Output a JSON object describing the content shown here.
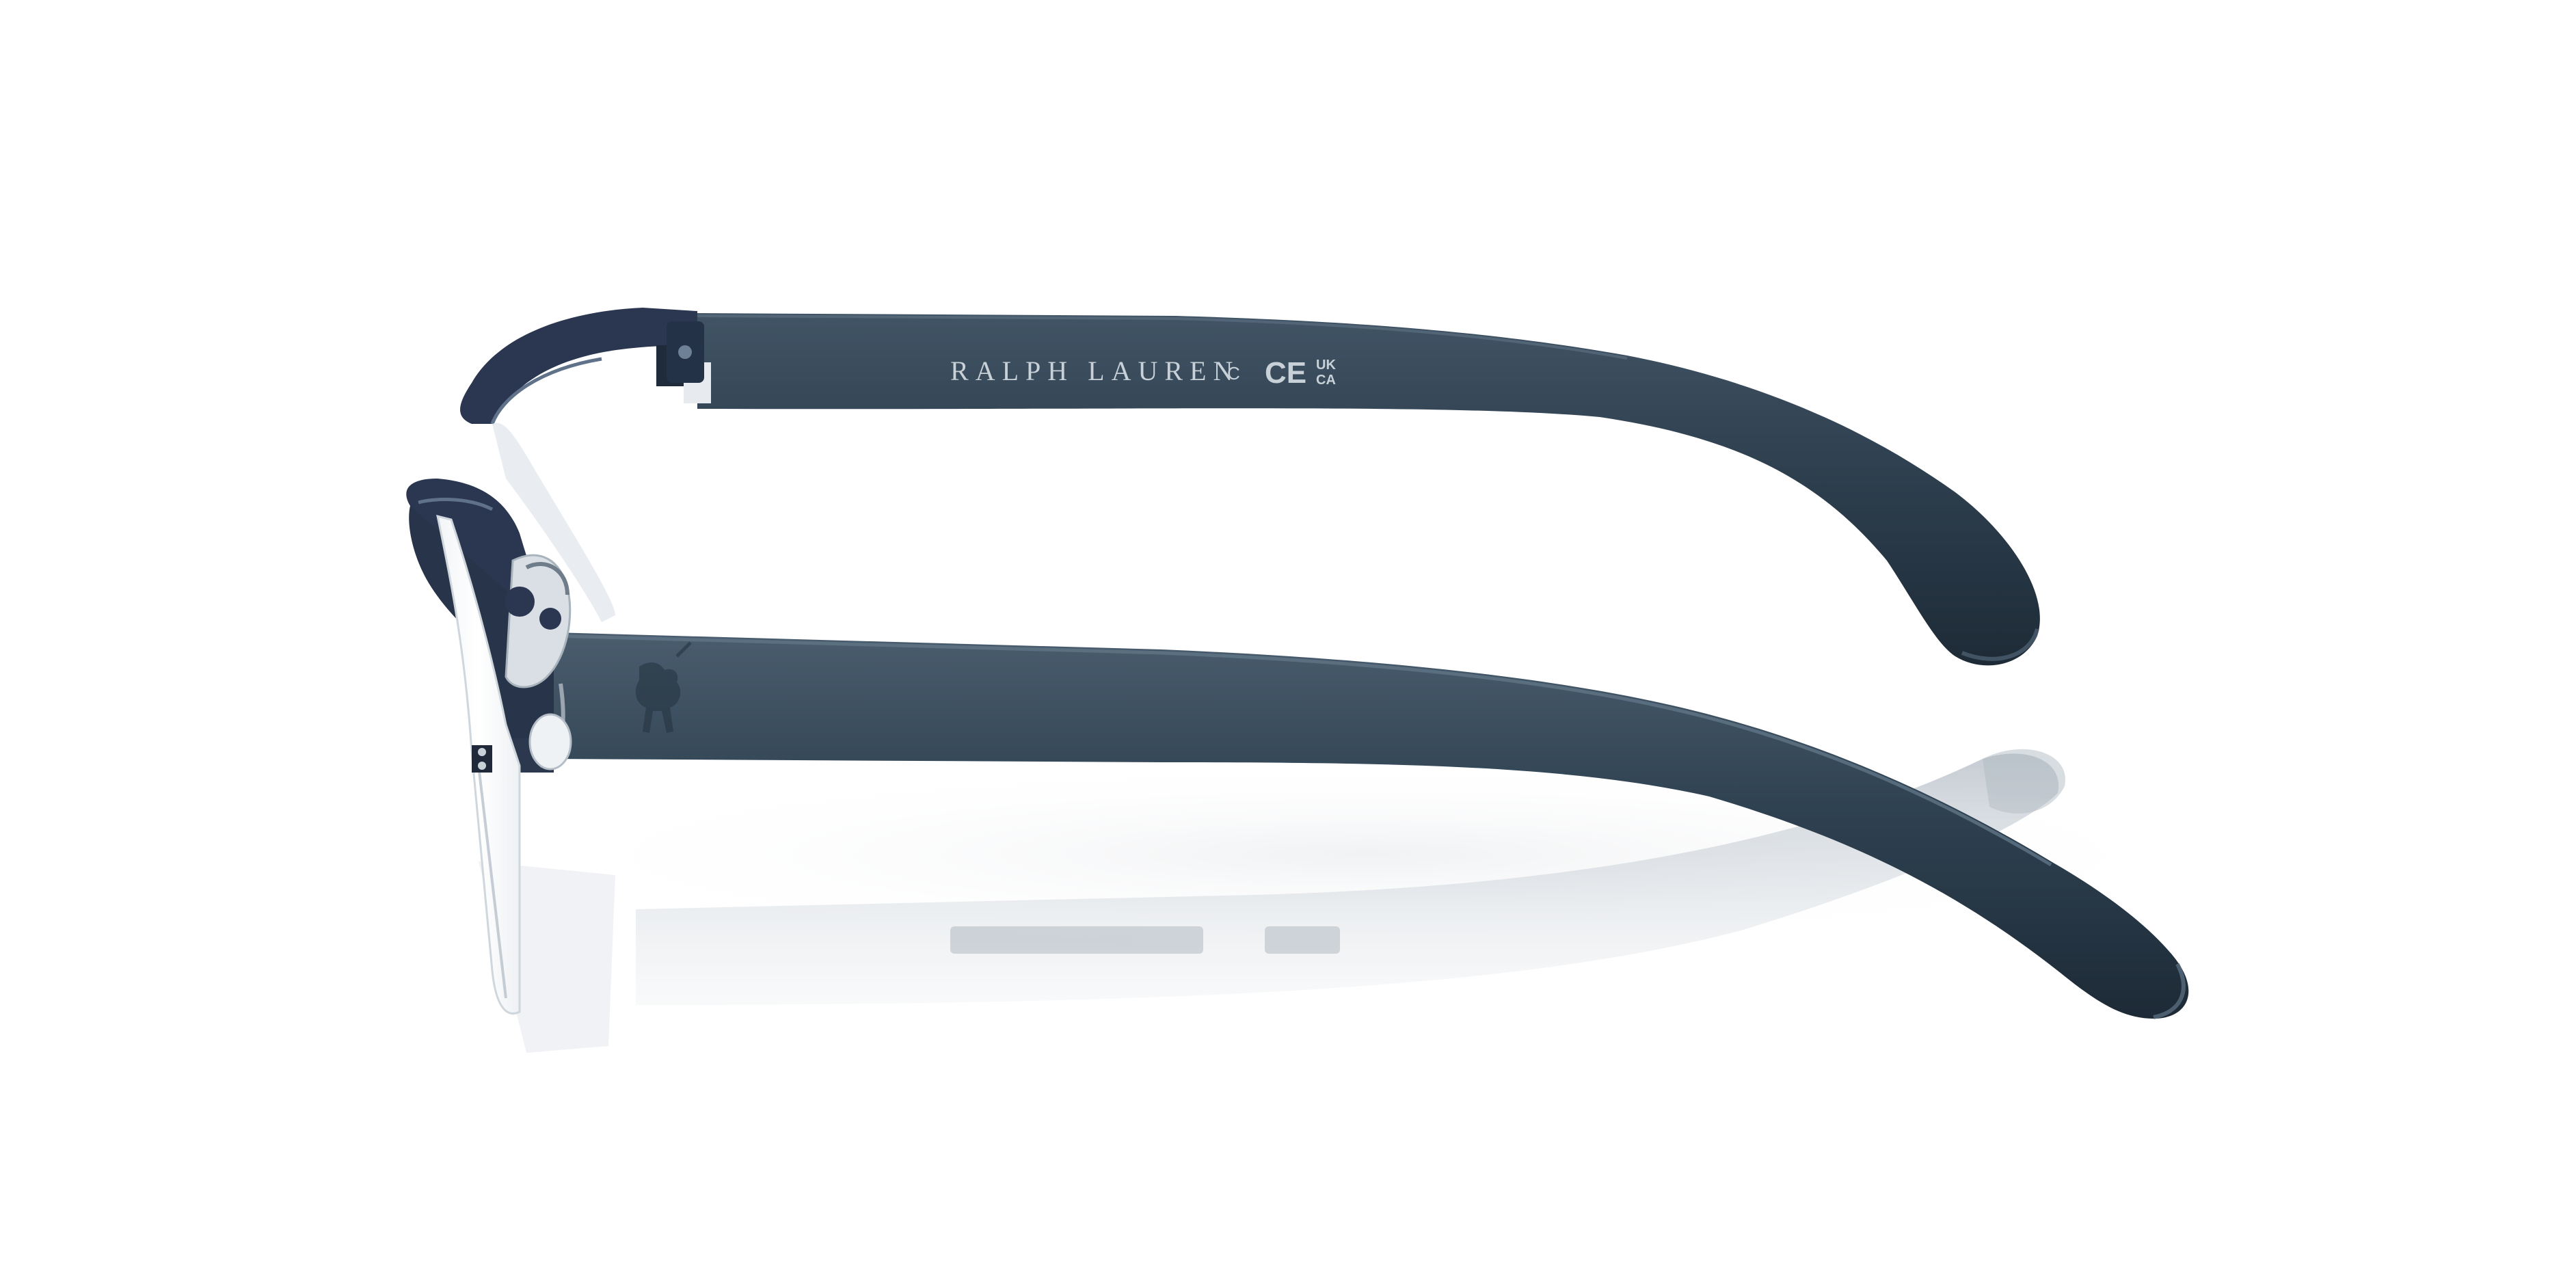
{
  "product": {
    "brand_print": "RALPH LAUREN",
    "copyright_mark": "C",
    "ce_mark": "CE",
    "ukca_top": "UK",
    "ukca_bottom": "CA",
    "colors": {
      "frame": "#2d3e4d",
      "frame_highlight": "#4a5d6e",
      "frame_shadow": "#1d2a36",
      "metal_rim": "#2b3650",
      "lens_edge": "#dfe5ea",
      "reflection": "#c3cbd3",
      "background": "#ffffff"
    },
    "icons": {
      "logo": "polo-player-logo-icon",
      "hinge": "hinge-icon",
      "nose_pad": "nose-pad-icon"
    }
  }
}
